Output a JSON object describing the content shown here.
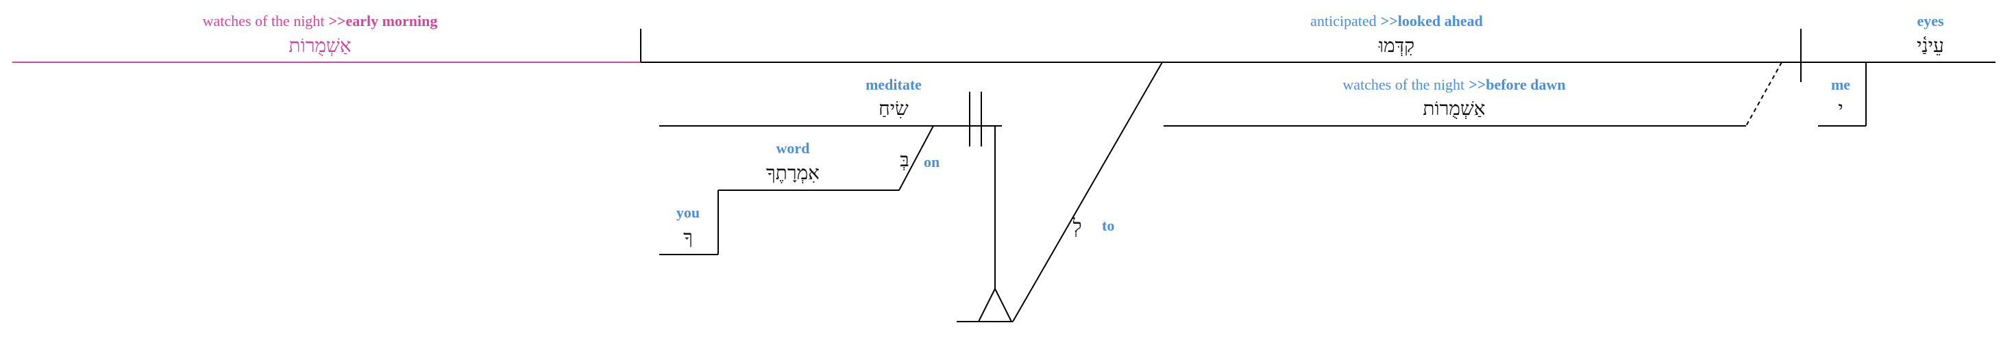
{
  "colors": {
    "gloss": "#4a90d9",
    "highlight": "#d0479e",
    "line": "#000000",
    "hebrew": "#111111"
  },
  "words": {
    "w1": {
      "gloss": "watches of the night",
      "gloss_em": "early morning",
      "hebrew": "אַשְׁמֻרוֹת"
    },
    "w2": {
      "gloss": "anticipated",
      "gloss_em": "looked ahead",
      "hebrew": "קִדְּמוּ"
    },
    "w3": {
      "gloss": "eyes",
      "hebrew": "עֵינַ֫י"
    },
    "w4": {
      "gloss": "meditate",
      "hebrew": "שִׂיחַ"
    },
    "w5": {
      "gloss": "watches of the night",
      "gloss_em": "before dawn",
      "hebrew": "אַשְׁמֻרוֹת"
    },
    "w6": {
      "gloss": "me",
      "hebrew": "י"
    },
    "w7": {
      "gloss": "word",
      "hebrew": "אִמְרָתֶךָ"
    },
    "w8": {
      "gloss": "on",
      "hebrew": "בְּ"
    },
    "w9": {
      "gloss": "you",
      "hebrew": "ךָ"
    },
    "w10": {
      "gloss": "to",
      "hebrew": "לְ"
    }
  },
  "marker": ">>"
}
